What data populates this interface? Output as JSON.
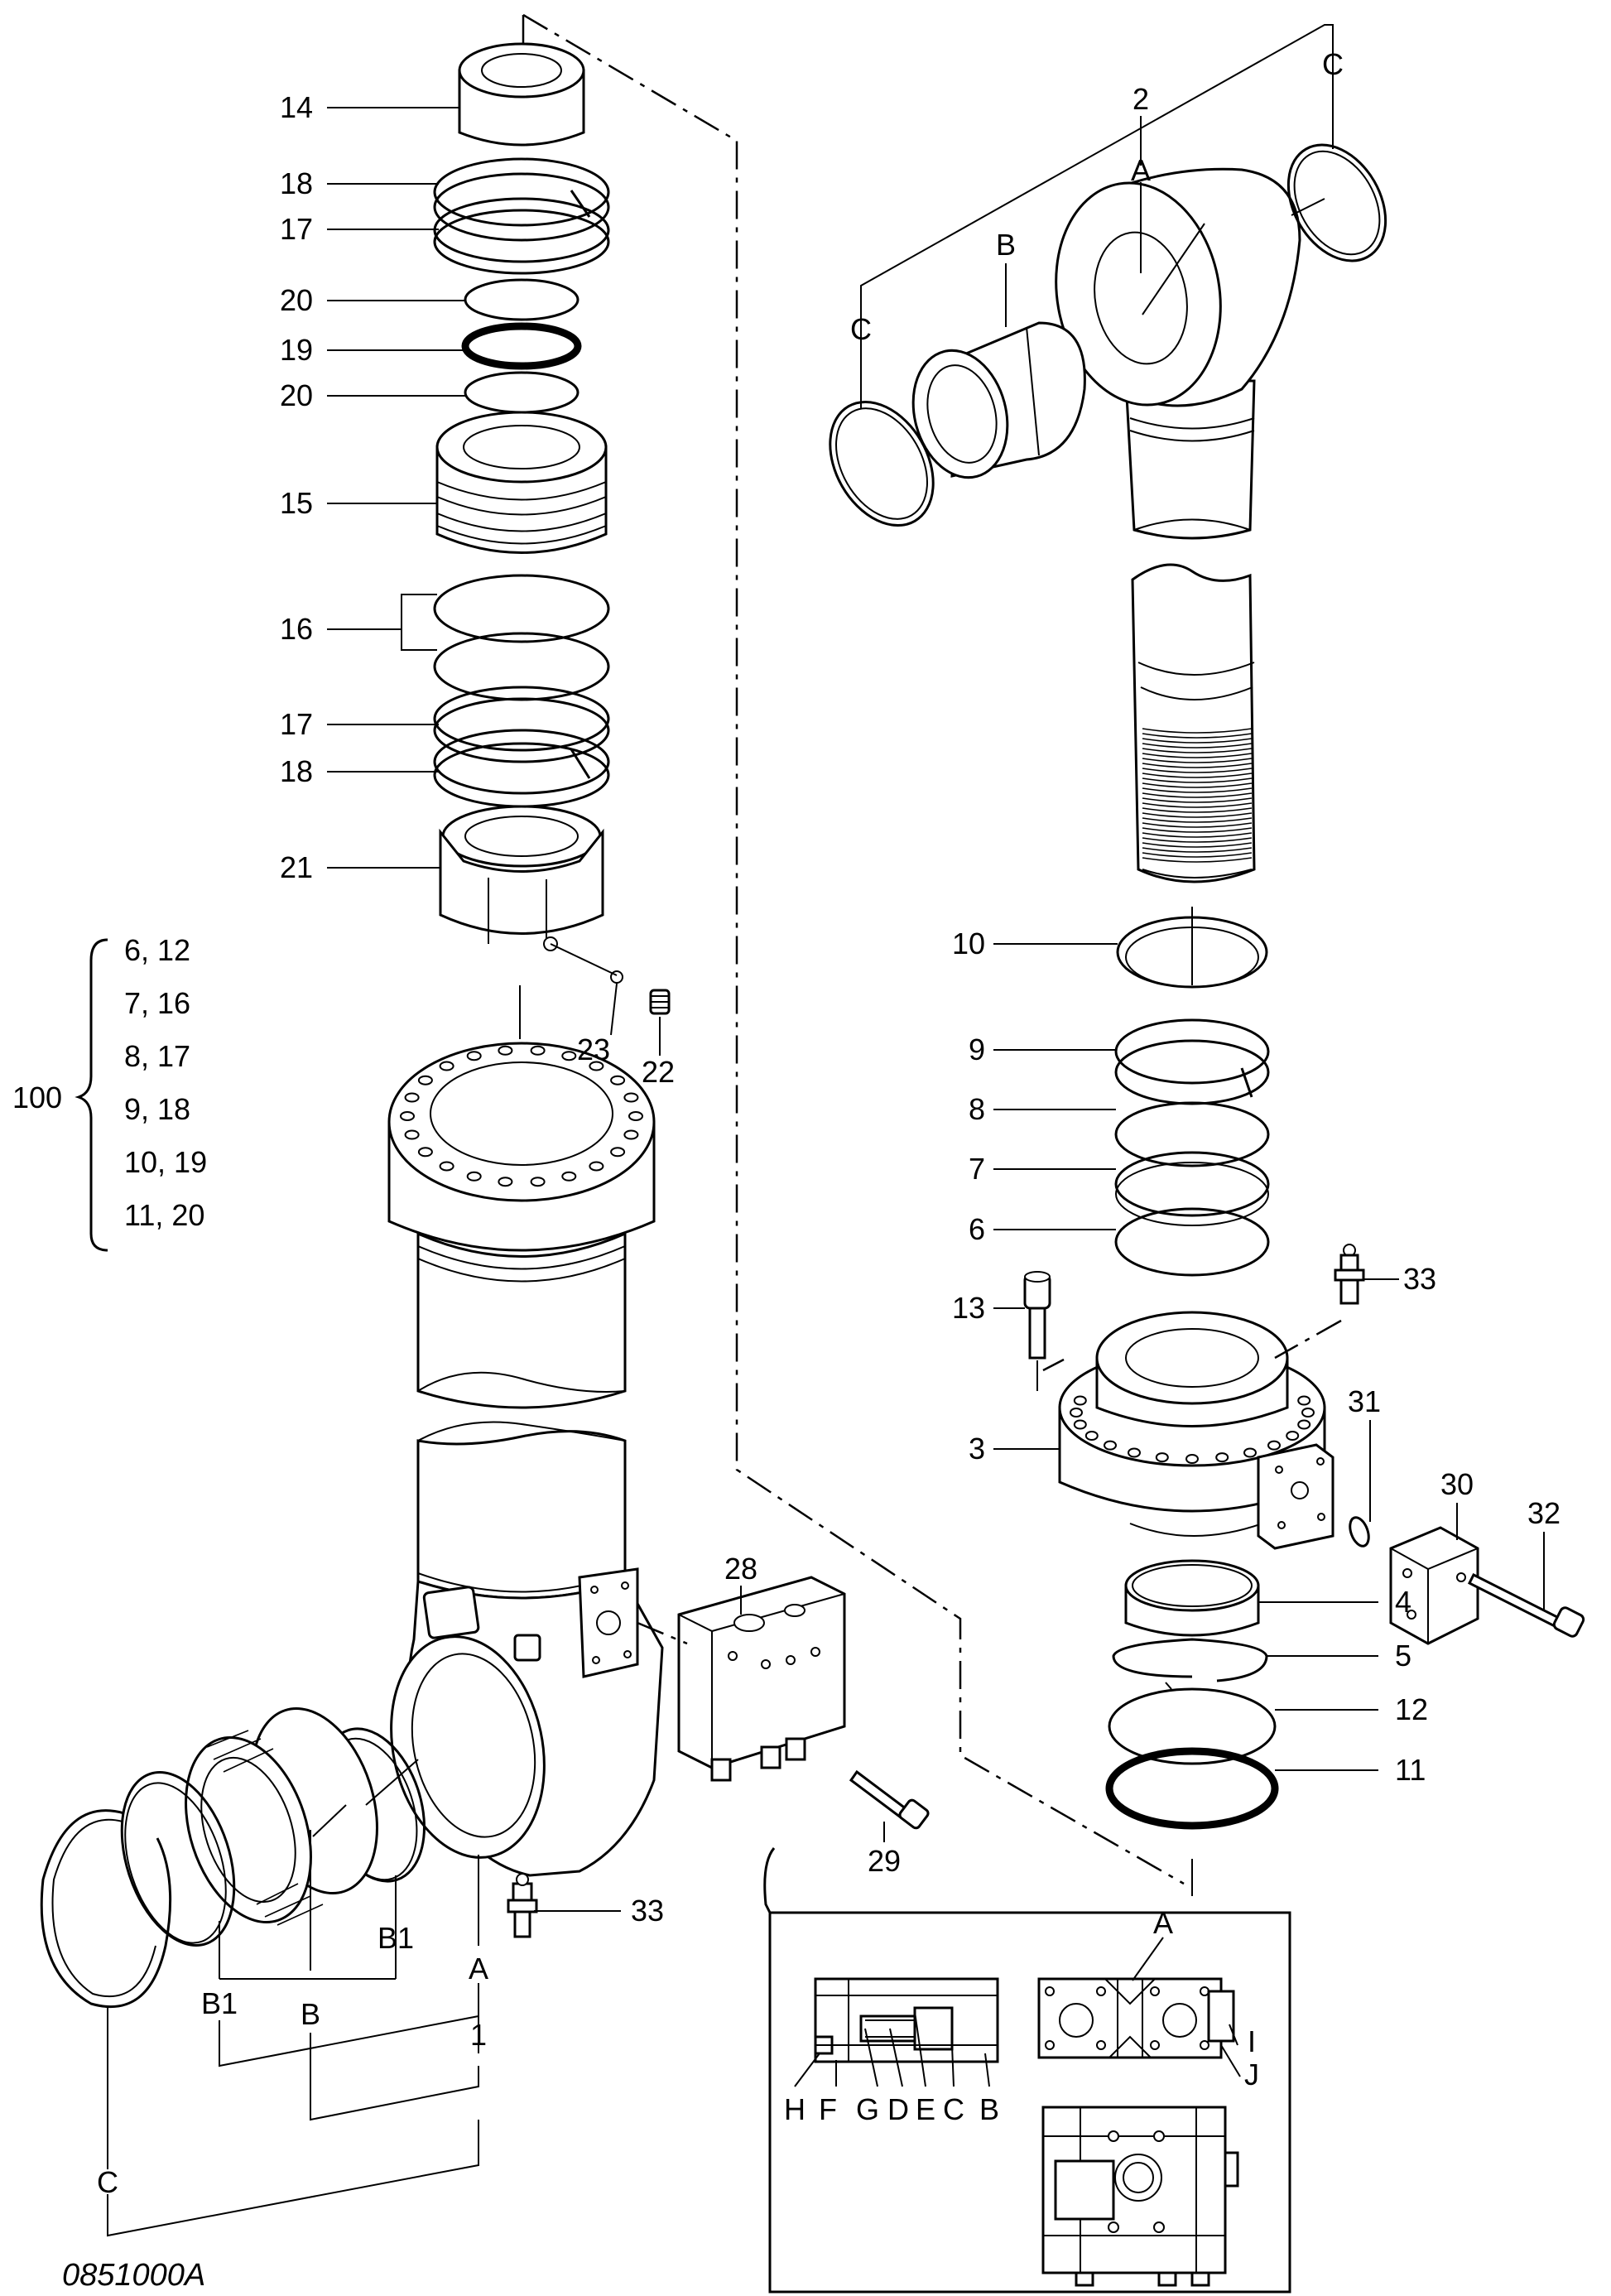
{
  "drawing_code": "0851000A",
  "left_parts": [
    {
      "key": "p14",
      "label": "14"
    },
    {
      "key": "p18a",
      "label": "18"
    },
    {
      "key": "p17a",
      "label": "17"
    },
    {
      "key": "p20a",
      "label": "20"
    },
    {
      "key": "p19",
      "label": "19"
    },
    {
      "key": "p20b",
      "label": "20"
    },
    {
      "key": "p15",
      "label": "15"
    },
    {
      "key": "p16",
      "label": "16"
    },
    {
      "key": "p17b",
      "label": "17"
    },
    {
      "key": "p18b",
      "label": "18"
    },
    {
      "key": "p21",
      "label": "21"
    }
  ],
  "right_parts": [
    {
      "key": "p10",
      "label": "10"
    },
    {
      "key": "p9",
      "label": "9"
    },
    {
      "key": "p8",
      "label": "8"
    },
    {
      "key": "p7",
      "label": "7"
    },
    {
      "key": "p6",
      "label": "6"
    },
    {
      "key": "p13",
      "label": "13"
    },
    {
      "key": "p3",
      "label": "3"
    },
    {
      "key": "p4",
      "label": "4"
    },
    {
      "key": "p5",
      "label": "5"
    },
    {
      "key": "p12",
      "label": "12"
    },
    {
      "key": "p11",
      "label": "11"
    }
  ],
  "misc_parts": {
    "p23": "23",
    "p22": "22",
    "p28": "28",
    "p29": "29",
    "p33a": "33",
    "p33b": "33",
    "p31": "31",
    "p30": "30",
    "p32": "32",
    "p2": "2",
    "p1": "1"
  },
  "kit": {
    "number": "100",
    "rows": [
      "6, 12",
      "7, 16",
      "8, 17",
      "9, 18",
      "10, 19",
      "11, 20"
    ]
  },
  "letters": {
    "top_A": "A",
    "top_B": "B",
    "top_C_left": "C",
    "top_C_right": "C",
    "bot_A": "A",
    "bot_B": "B",
    "bot_B1_right": "B1",
    "bot_B1_left": "B1",
    "bot_C": "C"
  },
  "inset": {
    "port_A": "A",
    "port_I": "I",
    "port_J": "J",
    "ports_bottom": [
      "H",
      "F",
      "G",
      "D",
      "E",
      "C",
      "B"
    ]
  }
}
